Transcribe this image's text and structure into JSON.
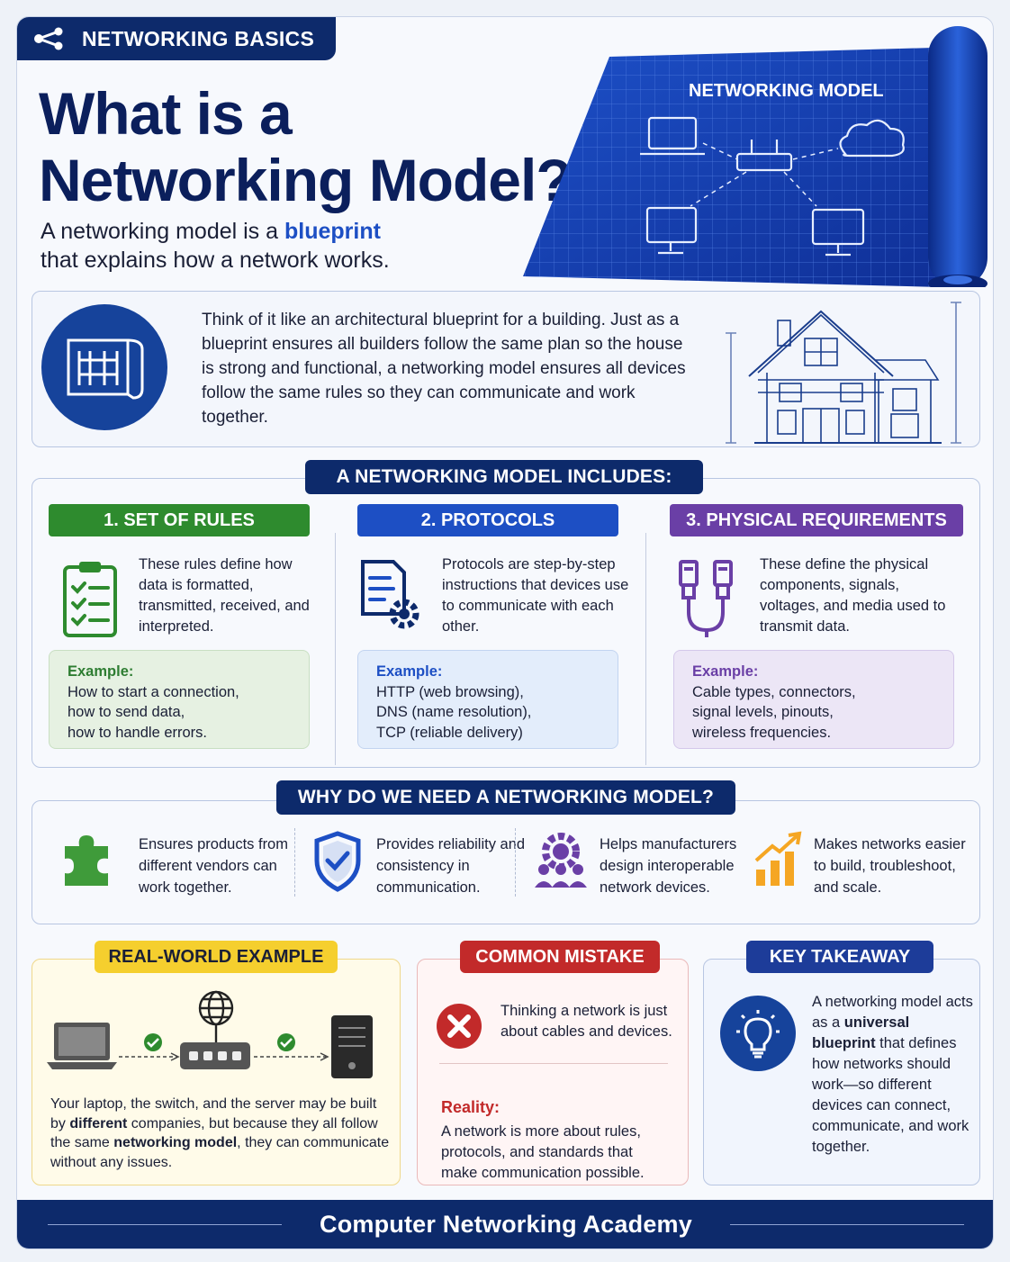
{
  "header": {
    "tag": "NETWORKING BASICS",
    "title_line1": "What is a",
    "title_line2": "Networking Model?",
    "subtitle_pre": "A networking model is a ",
    "subtitle_hl": "blueprint",
    "subtitle_post": "that explains how a network works.",
    "blueprint_label": "NETWORKING MODEL"
  },
  "analogy": {
    "text": "Think of it like an architectural blueprint for a building. Just as a blueprint ensures all builders follow the same plan so the house is strong and functional, a networking model ensures all devices follow the same rules so they can communicate and work together."
  },
  "includes": {
    "title": "A NETWORKING MODEL INCLUDES:",
    "columns": [
      {
        "heading": "1. SET OF RULES",
        "description": "These rules define how data is formatted, transmitted, received, and interpreted.",
        "example_label": "Example:",
        "example_lines": [
          "How to start a connection,",
          "how to send data,",
          "how to handle errors."
        ]
      },
      {
        "heading": "2. PROTOCOLS",
        "description": "Protocols are step-by-step instructions that devices use to communicate with each other.",
        "example_label": "Example:",
        "example_lines": [
          "HTTP (web browsing),",
          "DNS (name resolution),",
          "TCP (reliable delivery)"
        ]
      },
      {
        "heading": "3. PHYSICAL REQUIREMENTS",
        "description": "These define the physical components, signals, voltages, and media used to transmit data.",
        "example_label": "Example:",
        "example_lines": [
          "Cable types, connectors,",
          "signal levels, pinouts,",
          "wireless frequencies."
        ]
      }
    ]
  },
  "why": {
    "title": "WHY DO WE NEED A NETWORKING MODEL?",
    "items": [
      {
        "icon": "puzzle-icon",
        "text": "Ensures products from different vendors can work together."
      },
      {
        "icon": "shield-check-icon",
        "text": "Provides reliability and consistency in communication."
      },
      {
        "icon": "gear-people-icon",
        "text": "Helps manufacturers design interoperable network devices."
      },
      {
        "icon": "growth-chart-icon",
        "text": "Makes networks easier to build, troubleshoot, and scale."
      }
    ]
  },
  "real_world": {
    "title": "REAL-WORLD EXAMPLE",
    "t1": "Your laptop, the switch, and the server may be built by ",
    "b1": "different",
    "t2": " companies, but because they all follow the same ",
    "b2": "networking model",
    "t3": ", they can communicate without any issues."
  },
  "mistake": {
    "title": "COMMON MISTAKE",
    "text": "Thinking a network is just about cables and devices.",
    "reality_label": "Reality:",
    "reality_text": "A network is more about rules, protocols, and standards that make communication possible."
  },
  "takeaway": {
    "title": "KEY TAKEAWAY",
    "t1": "A networking model acts as a ",
    "b1": "universal blueprint",
    "t2": " that defines how networks should work—so different devices can connect, communicate, and work together."
  },
  "footer": {
    "text": "Computer Networking Academy"
  },
  "colors": {
    "navy": "#0d2a6b",
    "green": "#2e8b2e",
    "blue": "#1d4fc4",
    "purple": "#6a3fa6",
    "red": "#c22a2a",
    "yellow": "#f5cf2e"
  }
}
